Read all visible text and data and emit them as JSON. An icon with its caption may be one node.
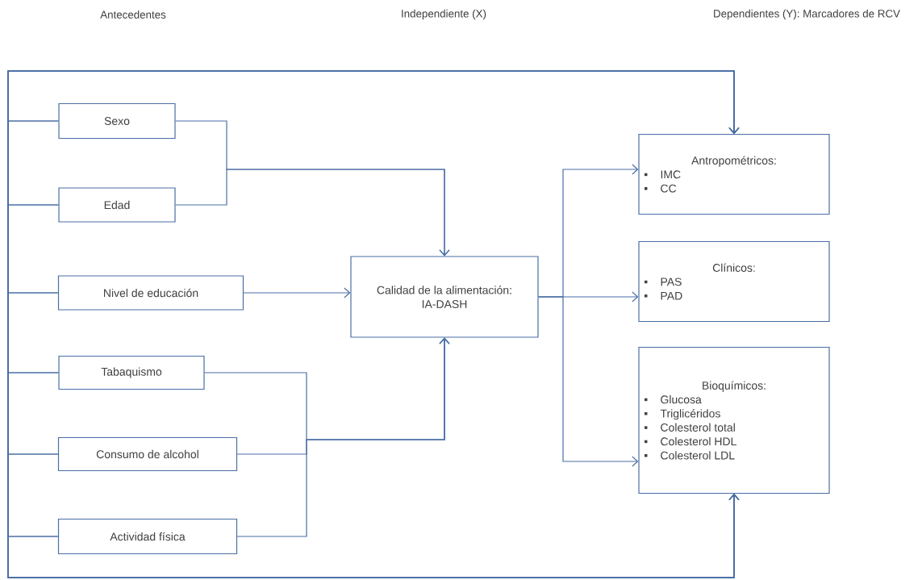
{
  "diagram": {
    "nodes": [
      {
        "text": [
          "Sexo"
        ]
      },
      {
        "text": [
          "Edad"
        ]
      },
      {
        "text": [
          "Nivel de educación"
        ]
      },
      {
        "text": [
          "Tabaquismo"
        ]
      },
      {
        "text": [
          "Consumo de alcohol"
        ]
      },
      {
        "text": [
          "Actividad física"
        ]
      },
      {
        "text": [
          "Calidad de la alimentación: IA-DASH"
        ]
      },
      {
        "text": [
          "Antropométricos:",
          "IMC",
          "CC"
        ]
      },
      {
        "text": [
          "Clínicos:",
          "PAS",
          "PAD"
        ]
      },
      {
        "text": [
          "Bioquímicos:",
          "Glucosa",
          "Triglicéridos",
          "Colesterol total",
          "Colesterol HDL",
          "Colesterol LDL"
        ]
      }
    ],
    "edges": [
      {
        "from": 0,
        "to": 6,
        "arrow": "to"
      },
      {
        "from": 1,
        "to": 6,
        "arrow": "to"
      },
      {
        "from": 2,
        "to": 6,
        "arrow": "to"
      },
      {
        "from": 3,
        "to": 6,
        "arrow": "to"
      },
      {
        "from": 4,
        "to": 6,
        "arrow": "to"
      },
      {
        "from": 5,
        "to": 6,
        "arrow": "to"
      },
      {
        "from": 6,
        "to": 7,
        "arrow": "to"
      },
      {
        "from": 6,
        "to": 8,
        "arrow": "to"
      },
      {
        "from": 6,
        "to": 9,
        "arrow": "to"
      },
      {
        "from": 0,
        "to": 7,
        "arrow": "to"
      },
      {
        "from": 1,
        "to": 7,
        "arrow": "to"
      },
      {
        "from": 2,
        "to": 7,
        "arrow": "to"
      },
      {
        "from": 3,
        "to": 7,
        "arrow": "to"
      },
      {
        "from": 4,
        "to": 7,
        "arrow": "to"
      },
      {
        "from": 5,
        "to": 7,
        "arrow": "to"
      },
      {
        "from": 0,
        "to": 9,
        "arrow": "to"
      },
      {
        "from": 1,
        "to": 9,
        "arrow": "to"
      },
      {
        "from": 2,
        "to": 9,
        "arrow": "to"
      },
      {
        "from": 3,
        "to": 9,
        "arrow": "to"
      },
      {
        "from": 4,
        "to": 9,
        "arrow": "to"
      },
      {
        "from": 5,
        "to": 9,
        "arrow": "to"
      }
    ],
    "labels": [
      "Antecedentes",
      "Independiente (X)",
      "Dependientes (Y): Marcadores de RCV"
    ]
  }
}
